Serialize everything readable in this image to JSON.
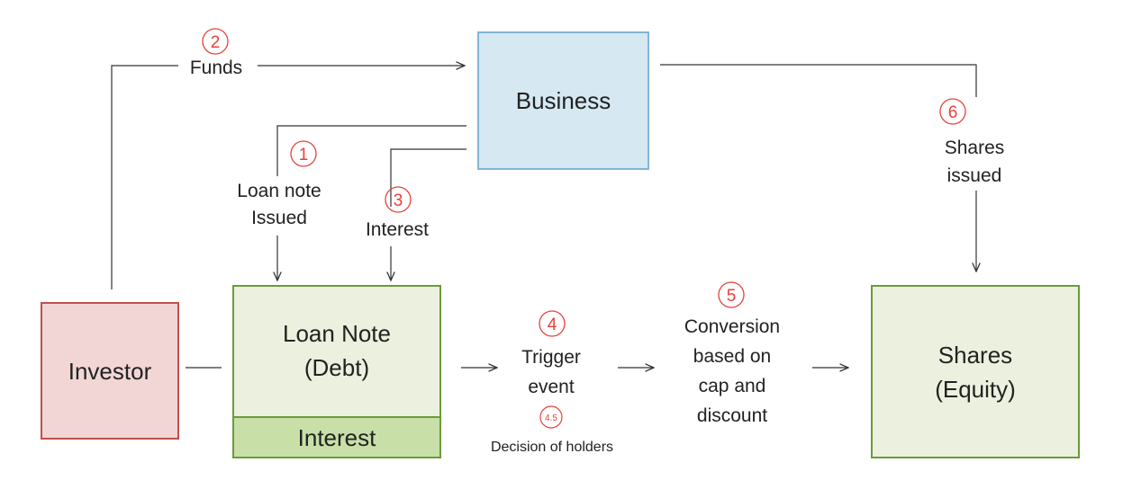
{
  "nodes": {
    "business": {
      "label": "Business",
      "fill": "#d6e8f2",
      "stroke": "#7fb6d3"
    },
    "investor": {
      "label": "Investor",
      "fill": "#f2d6d6",
      "stroke": "#c0504d"
    },
    "loan_note": {
      "line1": "Loan Note",
      "line2": "(Debt)",
      "fill": "#ebf1de",
      "stroke": "#6a9b3a"
    },
    "loan_interest": {
      "label": "Interest",
      "fill": "#c8e0a8"
    },
    "shares": {
      "line1": "Shares",
      "line2": "(Equity)",
      "fill": "#ebf1de",
      "stroke": "#6a9b3a"
    }
  },
  "steps": {
    "s1": {
      "number": "1",
      "line1": "Loan note",
      "line2": "Issued"
    },
    "s2": {
      "number": "2",
      "label": "Funds"
    },
    "s3": {
      "number": "3",
      "label": "Interest"
    },
    "s4": {
      "number": "4",
      "line1": "Trigger",
      "line2": "event"
    },
    "s45": {
      "number": "4.5",
      "label": "Decision of holders"
    },
    "s5": {
      "number": "5",
      "line1": "Conversion",
      "line2": "based on",
      "line3": "cap and",
      "line4": "discount"
    },
    "s6": {
      "number": "6",
      "line1": "Shares",
      "line2": "issued"
    }
  },
  "colors": {
    "step_number": "#e8413a",
    "line": "#333333"
  }
}
